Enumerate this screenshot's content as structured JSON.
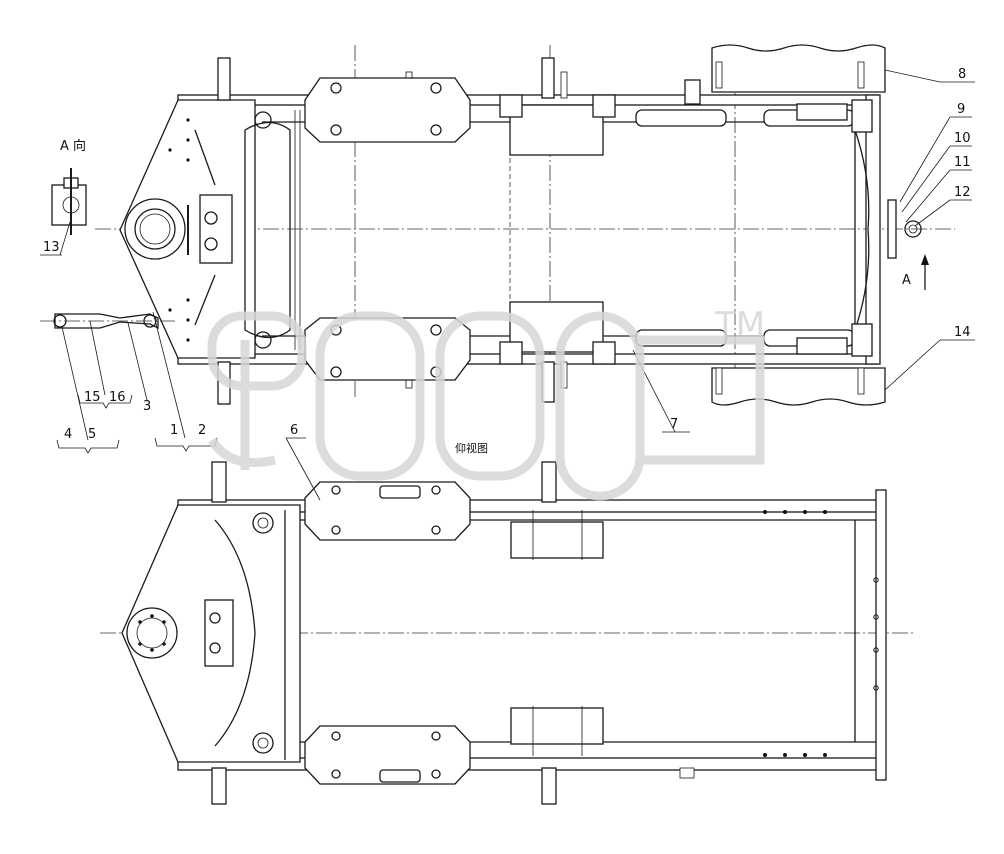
{
  "view_a_label": "A 向",
  "arrow_a_label": "A",
  "bottom_view_label": "仰视图",
  "watermark_text": "TM",
  "part_numbers": {
    "p1": "1",
    "p2": "2",
    "p3": "3",
    "p4": "4",
    "p5": "5",
    "p6": "6",
    "p7": "7",
    "p8": "8",
    "p9": "9",
    "p10": "10",
    "p11": "11",
    "p12": "12",
    "p13": "13",
    "p14": "14",
    "p15": "15",
    "p16": "16"
  }
}
